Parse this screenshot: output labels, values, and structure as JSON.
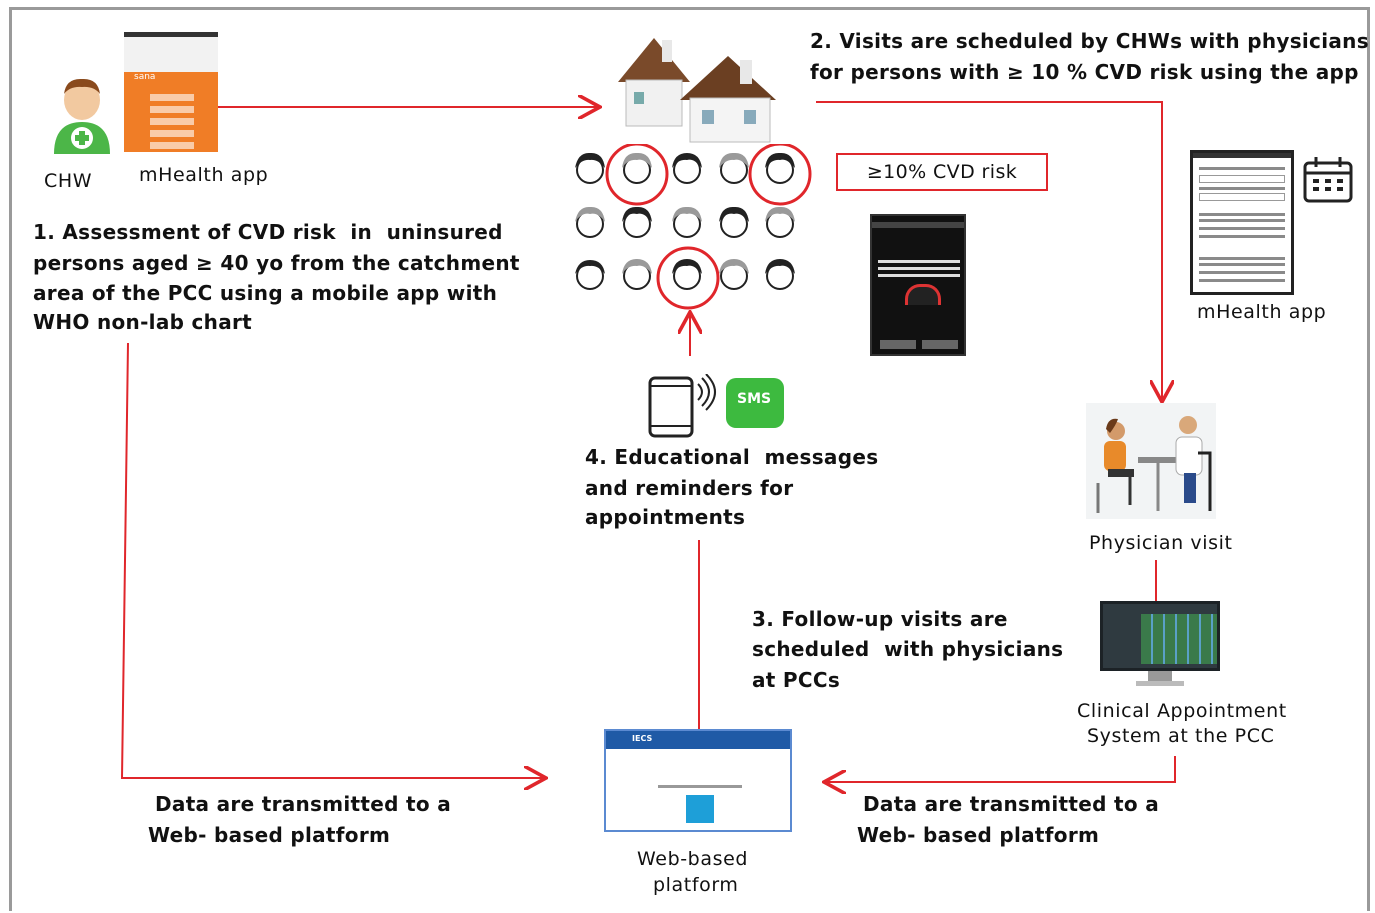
{
  "chw_label": "CHW",
  "app_left_label": "mHealth app",
  "app_left_brand": "sana",
  "step1": [
    "1. Assessment of CVD risk  in  uninsured",
    "persons aged ≥ 40 yo from the catchment",
    "area of the PCC using a mobile app with",
    "WHO non-lab chart"
  ],
  "step2": [
    "2. Visits are scheduled by CHWs with physicians",
    "for persons with ≥ 10 % CVD risk using the app"
  ],
  "risk_box": "≥10% CVD risk",
  "app_right_label": "mHealth app",
  "step4": [
    "4. Educational  messages",
    "and reminders for",
    "appointments"
  ],
  "sms_label": "SMS",
  "physician_label": "Physician visit",
  "step3": [
    "3. Follow-up visits are",
    "scheduled  with physicians",
    "at PCCs"
  ],
  "clinical_label": [
    "Clinical Appointment",
    "System at the PCC"
  ],
  "data_left": [
    "Data are transmitted to a",
    "Web- based platform"
  ],
  "data_right": [
    "Data are transmitted to a",
    "Web- based platform"
  ],
  "web_label": [
    "Web-based",
    "platform"
  ],
  "web_brand": "IECS",
  "colors": {
    "arrow": "#e0262b",
    "frame": "#9a9a9a",
    "accent_orange": "#f07d26",
    "sms_green": "#3dba3f"
  }
}
